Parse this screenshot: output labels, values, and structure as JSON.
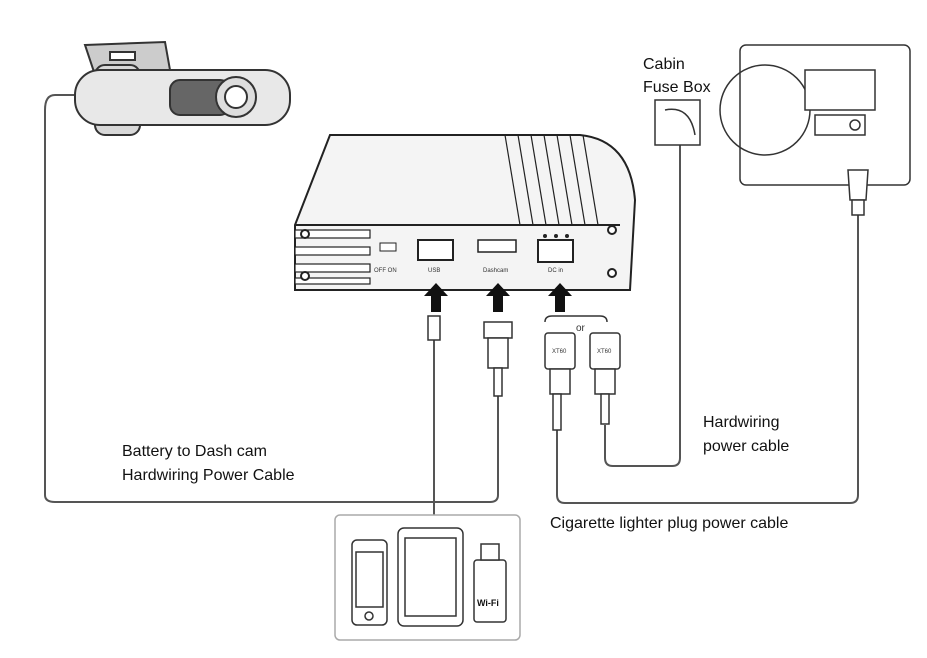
{
  "labels": {
    "battery_cable_line1": "Battery to Dash cam",
    "battery_cable_line2": "Hardwiring Power Cable",
    "fuse_box_line1": "Cabin",
    "fuse_box_line2": "Fuse Box",
    "hardwiring_line1": "Hardwiring",
    "hardwiring_line2": "power cable",
    "cigarette": "Cigarette lighter plug power cable"
  },
  "box_ports": {
    "switch": "OFF  ON",
    "usb": "USB",
    "dashcam": "Dashcam",
    "dc_in": "DC in"
  },
  "connector_or": "or",
  "connector_type": "XT60",
  "wifi_label": "Wi-Fi"
}
